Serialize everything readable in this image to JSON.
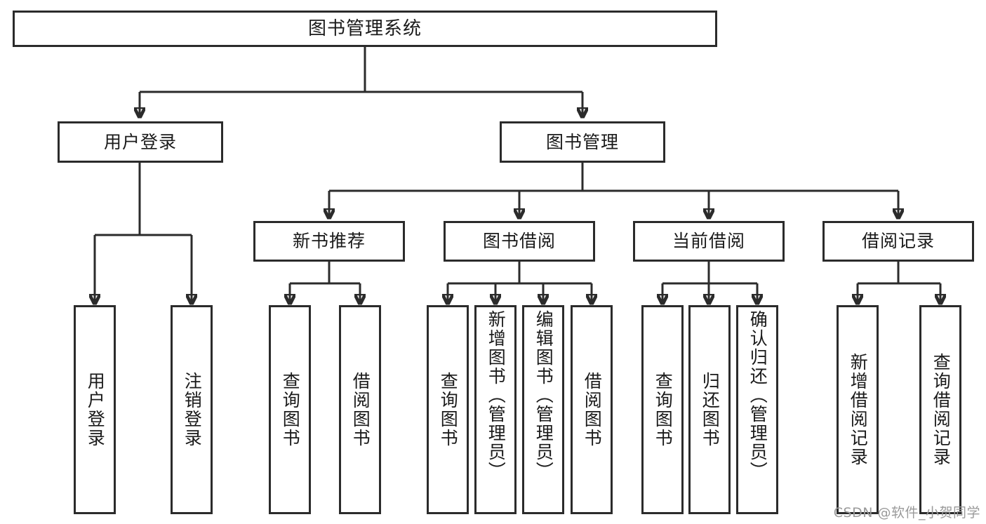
{
  "diagram": {
    "title": "图书管理系统",
    "type": "functional-structure-tree",
    "watermark": "CSDN @软件_小贺同学",
    "colors": {
      "stroke": "#2b2b2b",
      "fill": "#ffffff",
      "text": "#1a1a1a",
      "watermark": "#9a9a9a"
    },
    "root": {
      "label": "图书管理系统"
    },
    "level2": [
      {
        "label": "用户登录"
      },
      {
        "label": "图书管理"
      }
    ],
    "level3": [
      {
        "label": "新书推荐"
      },
      {
        "label": "图书借阅"
      },
      {
        "label": "当前借阅"
      },
      {
        "label": "借阅记录"
      }
    ],
    "leaves": {
      "user_login": [
        {
          "label": "用户登录"
        },
        {
          "label": "注销登录"
        }
      ],
      "new_book_recommend": [
        {
          "label": "查询图书"
        },
        {
          "label": "借阅图书"
        }
      ],
      "book_borrow": [
        {
          "label": "查询图书"
        },
        {
          "label": "新增图书（管理员）"
        },
        {
          "label": "编辑图书（管理员）"
        },
        {
          "label": "借阅图书"
        }
      ],
      "current_borrow": [
        {
          "label": "查询图书"
        },
        {
          "label": "归还图书"
        },
        {
          "label": "确认归还（管理员）"
        }
      ],
      "borrow_record": [
        {
          "label": "新增借阅记录"
        },
        {
          "label": "查询借阅记录"
        }
      ]
    }
  }
}
